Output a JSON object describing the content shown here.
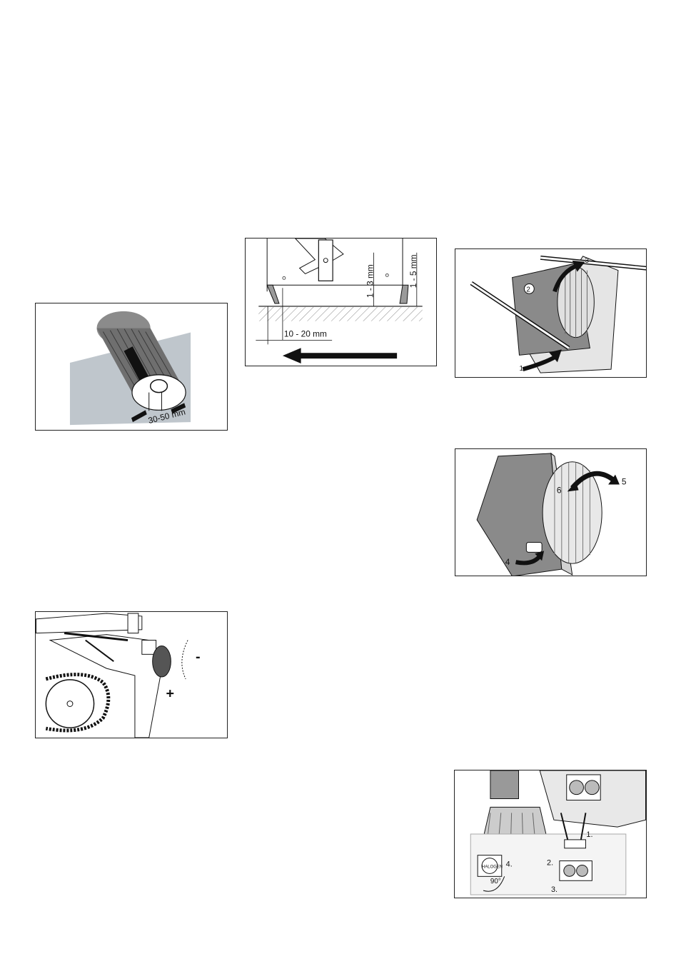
{
  "figures": {
    "roller_brush": {
      "dimension": "30-50 mm"
    },
    "sweep_skirts": {
      "dim_front": "1 - 3 mm",
      "dim_rear": "1 - 5 mm",
      "dim_offset": "10 - 20 mm"
    },
    "filter_remove": {
      "steps": [
        "1",
        "2",
        "3"
      ]
    },
    "filter_swing": {
      "steps": [
        "4",
        "5",
        "6"
      ]
    },
    "chain_adjust": {
      "minus": "-",
      "plus": "+"
    },
    "headlight": {
      "steps": [
        "1.",
        "2.",
        "3.",
        "4."
      ],
      "angle": "90°",
      "bulb_text": "HALOGEN"
    }
  }
}
